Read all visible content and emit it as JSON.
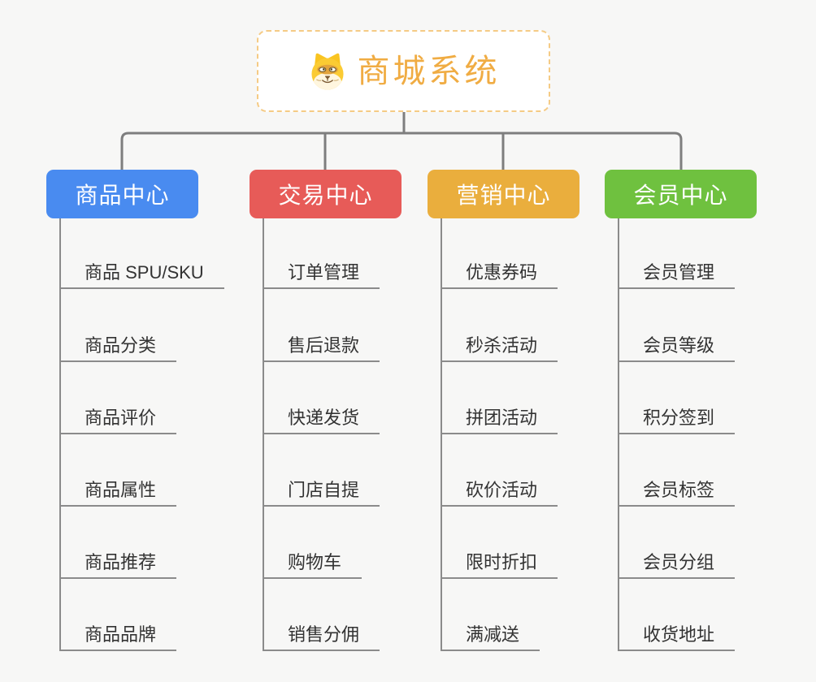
{
  "background": "#F7F7F6",
  "line_color": "#7E7E7E",
  "root": {
    "title": "商城系统",
    "icon": "dog-face-icon",
    "text_color": "#F0AC43",
    "border_color": "#F5CB85"
  },
  "branches": [
    {
      "label": "商品中心",
      "color": "#498BF0",
      "items": [
        "商品 SPU/SKU",
        "商品分类",
        "商品评价",
        "商品属性",
        "商品推荐",
        "商品品牌"
      ]
    },
    {
      "label": "交易中心",
      "color": "#E75B58",
      "items": [
        "订单管理",
        "售后退款",
        "快递发货",
        "门店自提",
        "购物车",
        "销售分佣"
      ]
    },
    {
      "label": "营销中心",
      "color": "#EAAE3D",
      "items": [
        "优惠券码",
        "秒杀活动",
        "拼团活动",
        "砍价活动",
        "限时折扣",
        "满减送"
      ]
    },
    {
      "label": "会员中心",
      "color": "#6FC13F",
      "items": [
        "会员管理",
        "会员等级",
        "积分签到",
        "会员标签",
        "会员分组",
        "收货地址"
      ]
    }
  ]
}
